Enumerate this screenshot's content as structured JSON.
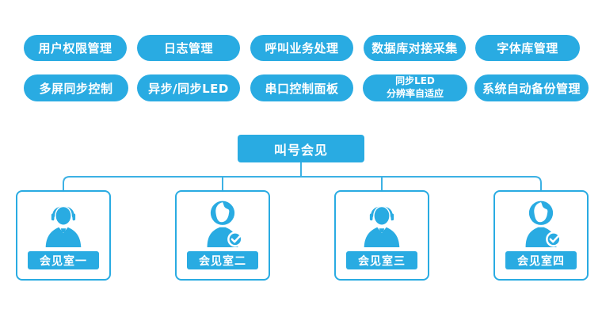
{
  "colors": {
    "primary": "#29abe2",
    "connector": "#3cb1e4"
  },
  "features": {
    "row1": [
      {
        "label": "用户权限管理"
      },
      {
        "label": "日志管理"
      },
      {
        "label": "呼叫业务处理"
      },
      {
        "label": "数据库对接采集"
      },
      {
        "label": "字体库管理"
      }
    ],
    "row2": [
      {
        "label": "多屏同步控制"
      },
      {
        "label": "异步/同步LED"
      },
      {
        "label": "串口控制面板"
      },
      {
        "label": "同步LED\n分辨率自适应"
      },
      {
        "label": "系统自动备份管理"
      }
    ]
  },
  "root_node": {
    "label": "叫号会见"
  },
  "rooms": [
    {
      "label": "会见室一",
      "avatar": "male",
      "checked": false
    },
    {
      "label": "会见室二",
      "avatar": "female",
      "checked": true
    },
    {
      "label": "会见室三",
      "avatar": "male",
      "checked": false
    },
    {
      "label": "会见室四",
      "avatar": "female",
      "checked": true
    }
  ],
  "icons": {
    "male_avatar": "person-male-silhouette",
    "female_avatar": "person-female-silhouette",
    "check_badge": "checkmark-circle"
  }
}
